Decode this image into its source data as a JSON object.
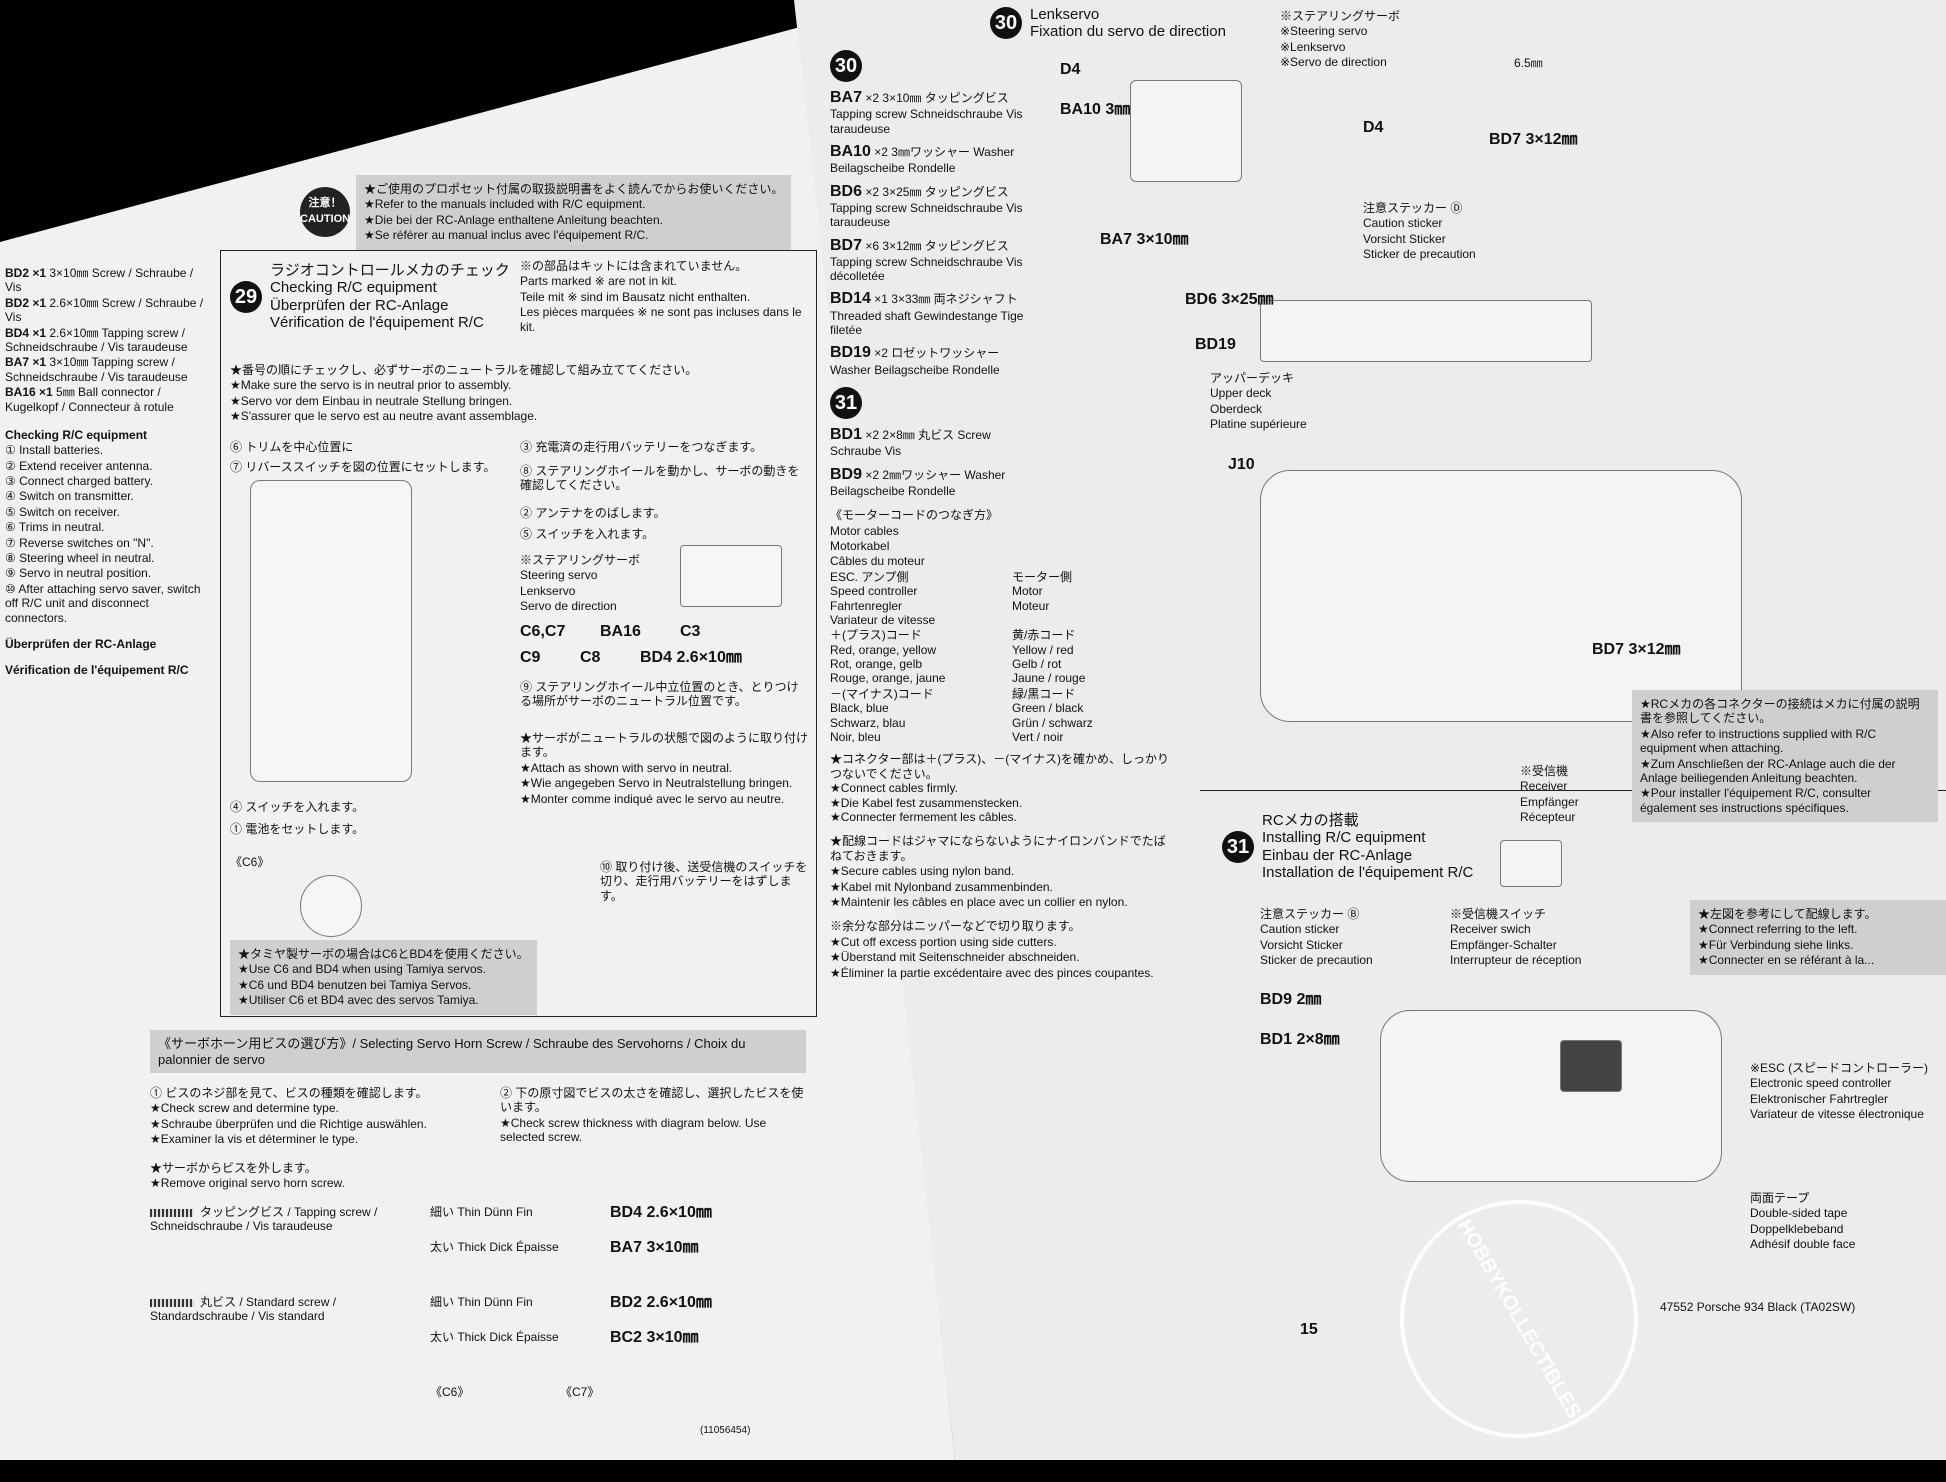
{
  "caution": {
    "badge_jp": "注意！",
    "badge_en": "CAUTION",
    "lines": [
      "★ご使用のプロポセット付属の取扱説明書をよく読んでからお使いください。",
      "★Refer to the manuals included with R/C equipment.",
      "★Die bei der RC-Anlage enthaltene Anleitung beachten.",
      "★Se référer au manual inclus avec l'équipement R/C."
    ]
  },
  "not_included": [
    "※の部品はキットには含まれていません。",
    "Parts marked ※ are not in kit.",
    "Teile mit ※ sind im Bausatz nicht enthalten.",
    "Les pièces marquées ※ ne sont pas incluses dans le kit."
  ],
  "step29": {
    "number": "29",
    "title": [
      "ラジオコントロールメカのチェック",
      "Checking R/C equipment",
      "Überprüfen der RC-Anlage",
      "Vérification de l'équipement R/C"
    ],
    "intro": [
      "★番号の順にチェックし、必ずサーボのニュートラルを確認して組み立ててください。",
      "★Make sure the servo is in neutral prior to assembly.",
      "★Servo vor dem Einbau in neutrale Stellung bringen.",
      "★S'assurer que le servo est au neutre avant assemblage."
    ],
    "callouts": [
      "① 電池をセットします。",
      "② アンテナをのばします。",
      "③ 充電済の走行用バッテリーをつなぎます。",
      "④ スイッチを入れます。",
      "⑤ スイッチを入れます。",
      "⑥ トリムを中心位置に",
      "⑦ リバーススイッチを図の位置にセットします。",
      "⑧ ステアリングホイールを動かし、サーボの動きを確認してください。",
      "⑨ ステアリングホイール中立位置のとき、とりつける場所がサーボのニュートラル位置です。",
      "⑩ 取り付け後、送受信機のスイッチを切り、走行用バッテリーをはずします。"
    ],
    "servo_labels": [
      "※ステアリングサーボ",
      "Steering servo",
      "Lenkservo",
      "Servo de direction"
    ],
    "parts": [
      "C6,C7",
      "BA16",
      "C3",
      "C9",
      "C8",
      "BD4 2.6×10㎜"
    ],
    "neutral": [
      "★サーボがニュートラルの状態で図のように取り付けます。",
      "★Attach as shown with servo in neutral.",
      "★Wie angegeben Servo in Neutralstellung bringen.",
      "★Monter comme indiqué avec le servo au neutre."
    ],
    "tamiya_note": [
      "★タミヤ製サーボの場合はC6とBD4を使用ください。",
      "★Use C6 and BD4 when using Tamiya servos.",
      "★C6 und BD4 benutzen bei Tamiya Servos.",
      "★Utiliser C6 et BD4 avec des servos Tamiya."
    ],
    "horn_label": "《C6》"
  },
  "left_column": {
    "parts": [
      {
        "code": "BD2 ×1",
        "desc": "3×10㎜ Screw / Schraube / Vis"
      },
      {
        "code": "BD2 ×1",
        "desc": "2.6×10㎜ Screw / Schraube / Vis"
      },
      {
        "code": "BD4 ×1",
        "desc": "2.6×10㎜ Tapping screw / Schneidschraube / Vis taraudeuse"
      },
      {
        "code": "BA7 ×1",
        "desc": "3×10㎜ Tapping screw / Schneidschraube / Vis taraudeuse"
      },
      {
        "code": "BA16 ×1",
        "desc": "5㎜ Ball connector / Kugelkopf / Connecteur à rotule"
      }
    ],
    "heading_en": "Checking R/C equipment",
    "steps_en": [
      "① Install batteries.",
      "② Extend receiver antenna.",
      "③ Connect charged battery.",
      "④ Switch on transmitter.",
      "⑤ Switch on receiver.",
      "⑥ Trims in neutral.",
      "⑦ Reverse switches on \"N\".",
      "⑧ Steering wheel in neutral.",
      "⑨ Servo in neutral position.",
      "⑩ After attaching servo saver, switch off R/C unit and disconnect connectors."
    ],
    "heading_de": "Überprüfen der RC-Anlage",
    "heading_fr": "Vérification de l'équipement R/C"
  },
  "horn_screw": {
    "title": "《サーボホーン用ビスの選び方》/ Selecting Servo Horn Screw / Schraube des Servohorns / Choix du palonnier de servo",
    "step1": [
      "① ビスのネジ部を見て、ビスの種類を確認します。",
      "★Check screw and determine type.",
      "★Schraube überprüfen und die Richtige auswählen.",
      "★Examiner la vis et déterminer le type."
    ],
    "step2": [
      "② 下の原寸図でビスの太さを確認し、選択したビスを使います。",
      "★Check screw thickness with diagram below. Use selected screw."
    ],
    "types": [
      "タッピングビス / Tapping screw / Schneidschraube / Vis taraudeuse",
      "丸ビス / Standard screw / Standardschraube / Vis standard"
    ],
    "sizes": [
      "細い Thin Dünn Fin",
      "太い Thick Dick Épaisse",
      "細い Thin Dünn Fin",
      "太い Thick Dick Épaisse"
    ],
    "results": [
      "BD4 2.6×10㎜",
      "BA7 3×10㎜",
      "BD2 2.6×10㎜",
      "BC2 3×10㎜"
    ],
    "remove": [
      "★サーボからビスを外します。",
      "★Remove original servo horn screw."
    ],
    "horn_labels": [
      "《C6》",
      "《C7》"
    ]
  },
  "step30_parts": {
    "number": "30",
    "items": [
      {
        "code": "BA7",
        "qty": "×2",
        "desc": "3×10㎜ タッピングビス Tapping screw Schneidschraube Vis taraudeuse"
      },
      {
        "code": "BA10",
        "qty": "×2",
        "desc": "3㎜ワッシャー Washer Beilagscheibe Rondelle"
      },
      {
        "code": "BD6",
        "qty": "×2",
        "desc": "3×25㎜ タッピングビス Tapping screw Schneidschraube Vis taraudeuse"
      },
      {
        "code": "BD7",
        "qty": "×6",
        "desc": "3×12㎜ タッピングビス Tapping screw Schneidschraube Vis décolletée"
      },
      {
        "code": "BD14",
        "qty": "×1",
        "desc": "3×33㎜ 両ネジシャフト Threaded shaft Gewindestange Tige filetée"
      },
      {
        "code": "BD19",
        "qty": "×2",
        "desc": "ロゼットワッシャー Washer Beilagscheibe Rondelle"
      }
    ]
  },
  "step31_parts": {
    "number": "31",
    "items": [
      {
        "code": "BD1",
        "qty": "×2",
        "desc": "2×8㎜ 丸ビス Screw Schraube Vis"
      },
      {
        "code": "BD9",
        "qty": "×2",
        "desc": "2㎜ワッシャー Washer Beilagscheibe Rondelle"
      }
    ],
    "motor_title": "《モーターコードのつなぎ方》",
    "motor_cables": [
      "Motor cables",
      "Motorkabel",
      "Câbles du moteur"
    ],
    "esc": [
      "ESC. アンプ側",
      "Speed controller",
      "Fahrtenregler",
      "Variateur de vitesse"
    ],
    "motor_side": [
      "モーター側",
      "Motor",
      "Moteur"
    ],
    "plus_cord": [
      "＋(プラス)コード",
      "Red, orange, yellow",
      "Rot, orange, gelb",
      "Rouge, orange, jaune"
    ],
    "plus_motor": [
      "黄/赤コード",
      "Yellow / red",
      "Gelb / rot",
      "Jaune / rouge"
    ],
    "minus_cord": [
      "－(マイナス)コード",
      "Black, blue",
      "Schwarz, blau",
      "Noir, bleu"
    ],
    "minus_motor": [
      "緑/黒コード",
      "Green / black",
      "Grün / schwarz",
      "Vert / noir"
    ],
    "connect_note": [
      "★コネクター部は＋(プラス)、－(マイナス)を確かめ、しっかりつないでください。",
      "★Connect cables firmly.",
      "★Die Kabel fest zusammenstecken.",
      "★Connecter fermement les câbles."
    ],
    "nylon_note": [
      "★配線コードはジャマにならないようにナイロンバンドでたばねておきます。",
      "★Secure cables using nylon band.",
      "★Kabel mit Nylonband zusammenbinden.",
      "★Maintenir les câbles en place avec un collier en nylon."
    ],
    "cut_note": [
      "※余分な部分はニッパーなどで切り取ります。",
      "★Cut off excess portion using side cutters.",
      "★Überstand mit Seitenschneider abschneiden.",
      "★Éliminer la partie excédentaire avec des pinces coupantes."
    ]
  },
  "step30": {
    "number": "30",
    "title": [
      "Lenkservo",
      "Fixation du servo de direction"
    ],
    "servo": [
      "※ステアリングサーボ",
      "※Steering servo",
      "※Lenkservo",
      "※Servo de direction"
    ],
    "labels": [
      "D4",
      "D4",
      "BA10 3㎜",
      "BA7 3×10㎜",
      "BD7 3×12㎜",
      "BD6 3×25㎜",
      "BD19",
      "J10",
      "BD7 3×12㎜",
      "6.5㎜"
    ],
    "sticker": [
      "注意ステッカー Ⓓ",
      "Caution sticker",
      "Vorsicht Sticker",
      "Sticker de precaution"
    ],
    "upper_deck": [
      "アッパーデッキ",
      "Upper deck",
      "Oberdeck",
      "Platine supérieure"
    ]
  },
  "step31": {
    "number": "31",
    "title": [
      "RCメカの搭載",
      "Installing R/C equipment",
      "Einbau der RC-Anlage",
      "Installation de l'équipement R/C"
    ],
    "note": [
      "★RCメカの各コネクターの接続はメカに付属の説明書を参照してください。",
      "★Also refer to instructions supplied with R/C equipment when attaching.",
      "★Zum Anschließen der RC-Anlage auch die der Anlage beiliegenden Anleitung beachten.",
      "★Pour installer l'équipement R/C, consulter également ses instructions spécifiques."
    ],
    "receiver": [
      "※受信機",
      "Receiver",
      "Empfänger",
      "Récepteur"
    ],
    "switch": [
      "※受信機スイッチ",
      "Receiver swich",
      "Empfänger-Schalter",
      "Interrupteur de réception"
    ],
    "sticker": [
      "注意ステッカー Ⓑ",
      "Caution sticker",
      "Vorsicht Sticker",
      "Sticker de precaution"
    ],
    "labels": [
      "BD9 2㎜",
      "BD1 2×8㎜"
    ],
    "esc": [
      "※ESC (スピードコントローラー)",
      "Electronic speed controller",
      "Elektronischer Fahrtregler",
      "Variateur de vitesse électronique"
    ],
    "tape": [
      "両面テープ",
      "Double-sided tape",
      "Doppelklebeband",
      "Adhésif double face"
    ],
    "ref_note": [
      "★左図を参考にして配線します。",
      "★Connect referring to the left.",
      "★Für Verbindung siehe links.",
      "★Connecter en se référant à la..."
    ]
  },
  "footer": {
    "page_left": "15",
    "product": "47552 Porsche 934 Black (TA02SW)",
    "code": "(11056454)"
  },
  "watermark": "HOBBYKOLLECTIBLES"
}
